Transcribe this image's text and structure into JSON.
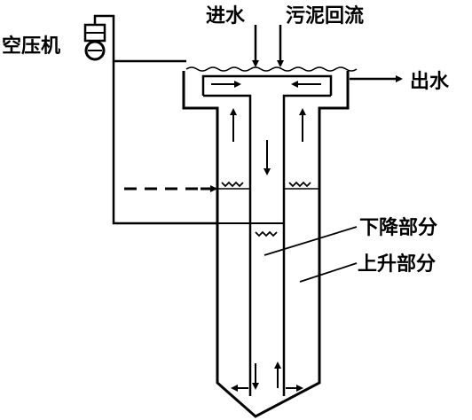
{
  "labels": {
    "inlet": "进水",
    "sludge_return": "污泥回流",
    "air_compressor": "空压机",
    "outlet": "出水",
    "downflow": "下降部分",
    "upflow": "上升部分"
  },
  "colors": {
    "ink": "#000000",
    "background": "#ffffff"
  }
}
